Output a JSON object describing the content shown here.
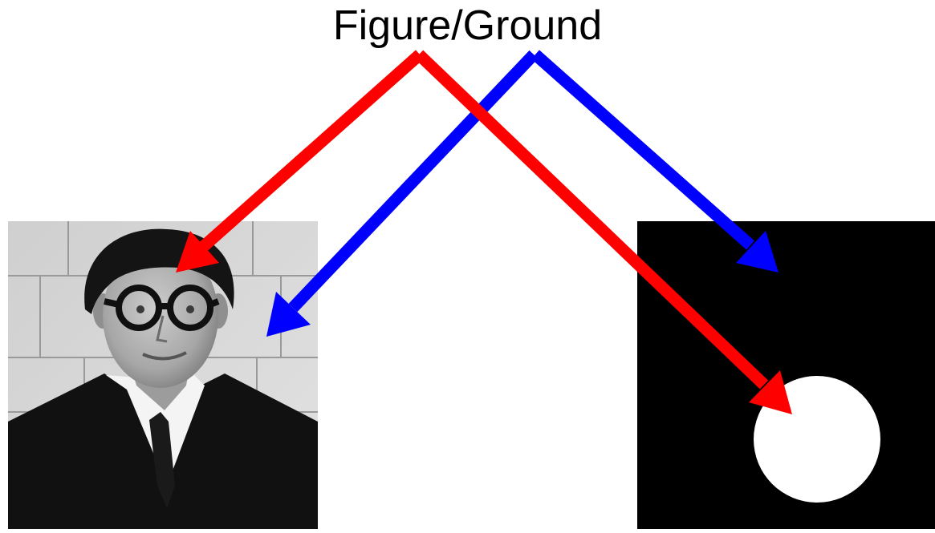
{
  "title": "Figure/Ground",
  "colors": {
    "figure_arrow": "#ff0000",
    "ground_arrow": "#0000ff",
    "mask_ground": "#000000",
    "mask_figure": "#ffffff",
    "background": "#ffffff"
  },
  "images": {
    "photo": "grayscale-portrait-of-man-with-round-glasses-dark-suit-and-tie-in-front-of-stone-wall",
    "mask": "white-disk-on-black-square"
  }
}
